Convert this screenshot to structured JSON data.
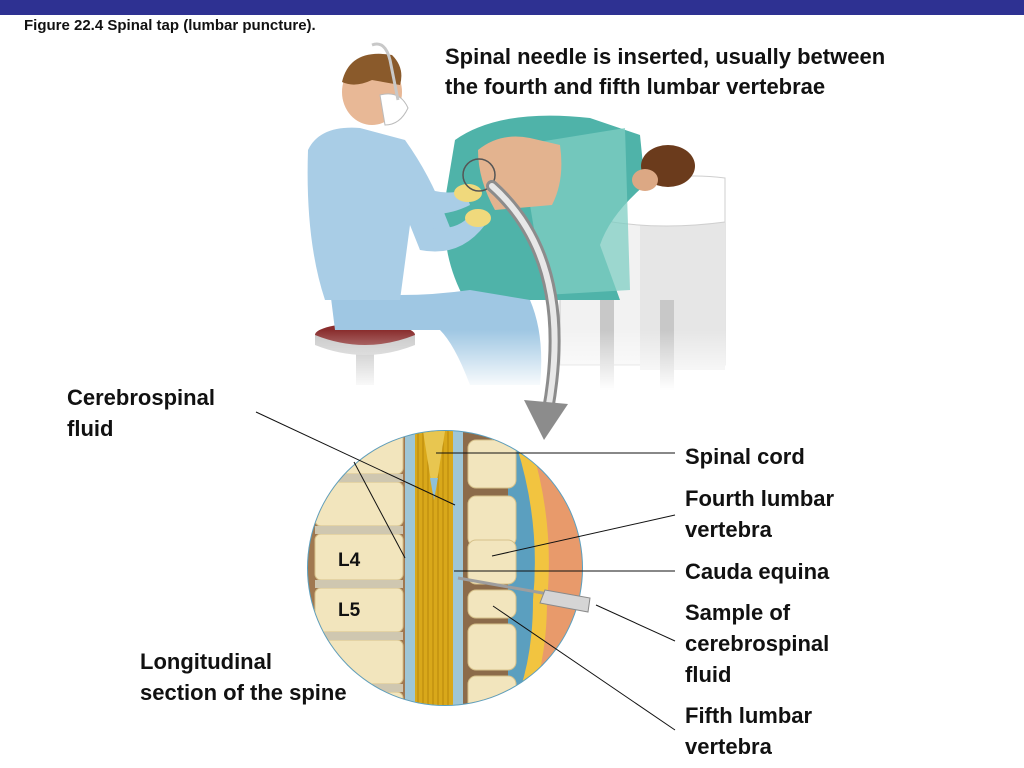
{
  "figure": {
    "caption": "Figure 22.4 Spinal tap (lumbar puncture).",
    "description": "Spinal needle is inserted, usually between\nthe fourth and fifth lumbar vertebrae"
  },
  "labels": {
    "csf": "Cerebrospinal\nfluid",
    "longitudinal": "Longitudinal\nsection of the spine",
    "spinal_cord": "Spinal cord",
    "fourth_lumbar": "Fourth lumbar\nvertebra",
    "cauda_equina": "Cauda equina",
    "sample_csf": "Sample of\ncerebrospinal\nfluid",
    "fifth_lumbar": "Fifth lumbar\nvertebra"
  },
  "vertebra_labels": {
    "l4": "L4",
    "l5": "L5"
  },
  "colors": {
    "title_bar": "#2e3192",
    "scrubs": "#a9cde6",
    "drape": "#4fb3a9",
    "bone": "#f2e5bd",
    "nerves": "#d9a81a",
    "fat": "#f2c440"
  }
}
